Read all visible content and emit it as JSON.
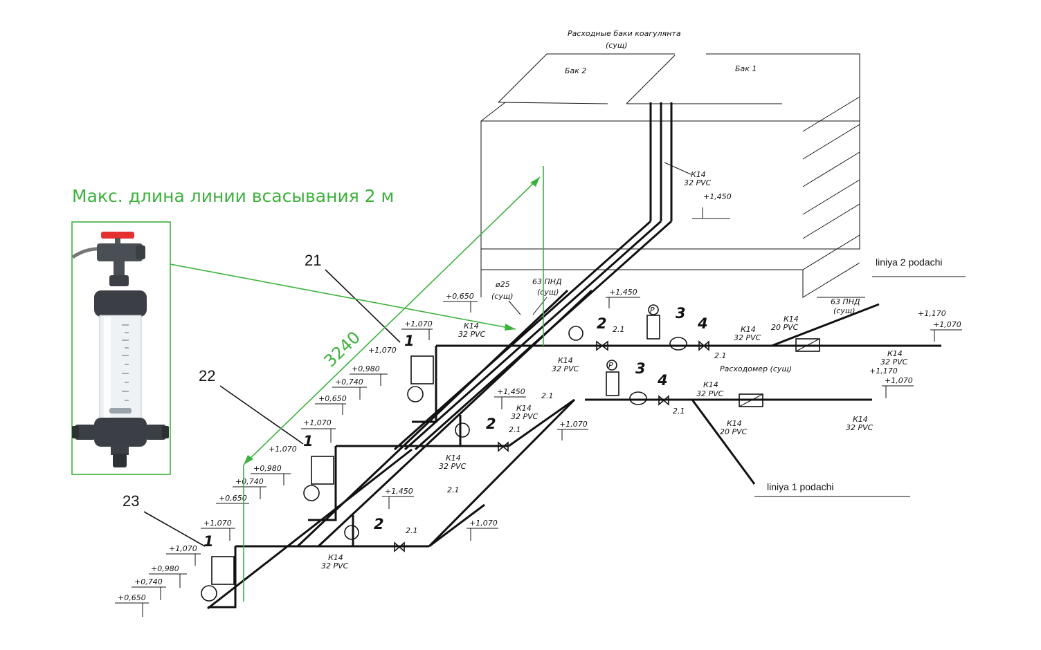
{
  "title": "Макс. длина линии  всасывания 2 м",
  "length_label": "3240",
  "tanks": {
    "caption_line1": "Расходные баки коагулянта",
    "caption_line2": "(сущ)",
    "tank1": "Бак 1",
    "tank2": "Бак 2"
  },
  "callouts": {
    "c21": "21",
    "c22": "22",
    "c23": "23"
  },
  "lines": {
    "line2": "liniya 2 podachi",
    "line1": "liniya 1 podachi"
  },
  "labels": {
    "k14": "К14",
    "pvc32": "32 PVC",
    "pvc20": "20 PVC",
    "pnd63": "63 ПНД",
    "d25": "ø25",
    "exist": "(сущ)",
    "flowmeter": "Расходомер (сущ)",
    "v21": "2.1",
    "gauge": "P"
  },
  "elevations": {
    "e1450": "+1,450",
    "e1070": "+1,070",
    "e1170": "+1,170",
    "e0980": "+0,980",
    "e0740": "+0,740",
    "e0650": "+0,650"
  },
  "equipment": {
    "n1": "1",
    "n2": "2",
    "n3": "3",
    "n4": "4"
  }
}
